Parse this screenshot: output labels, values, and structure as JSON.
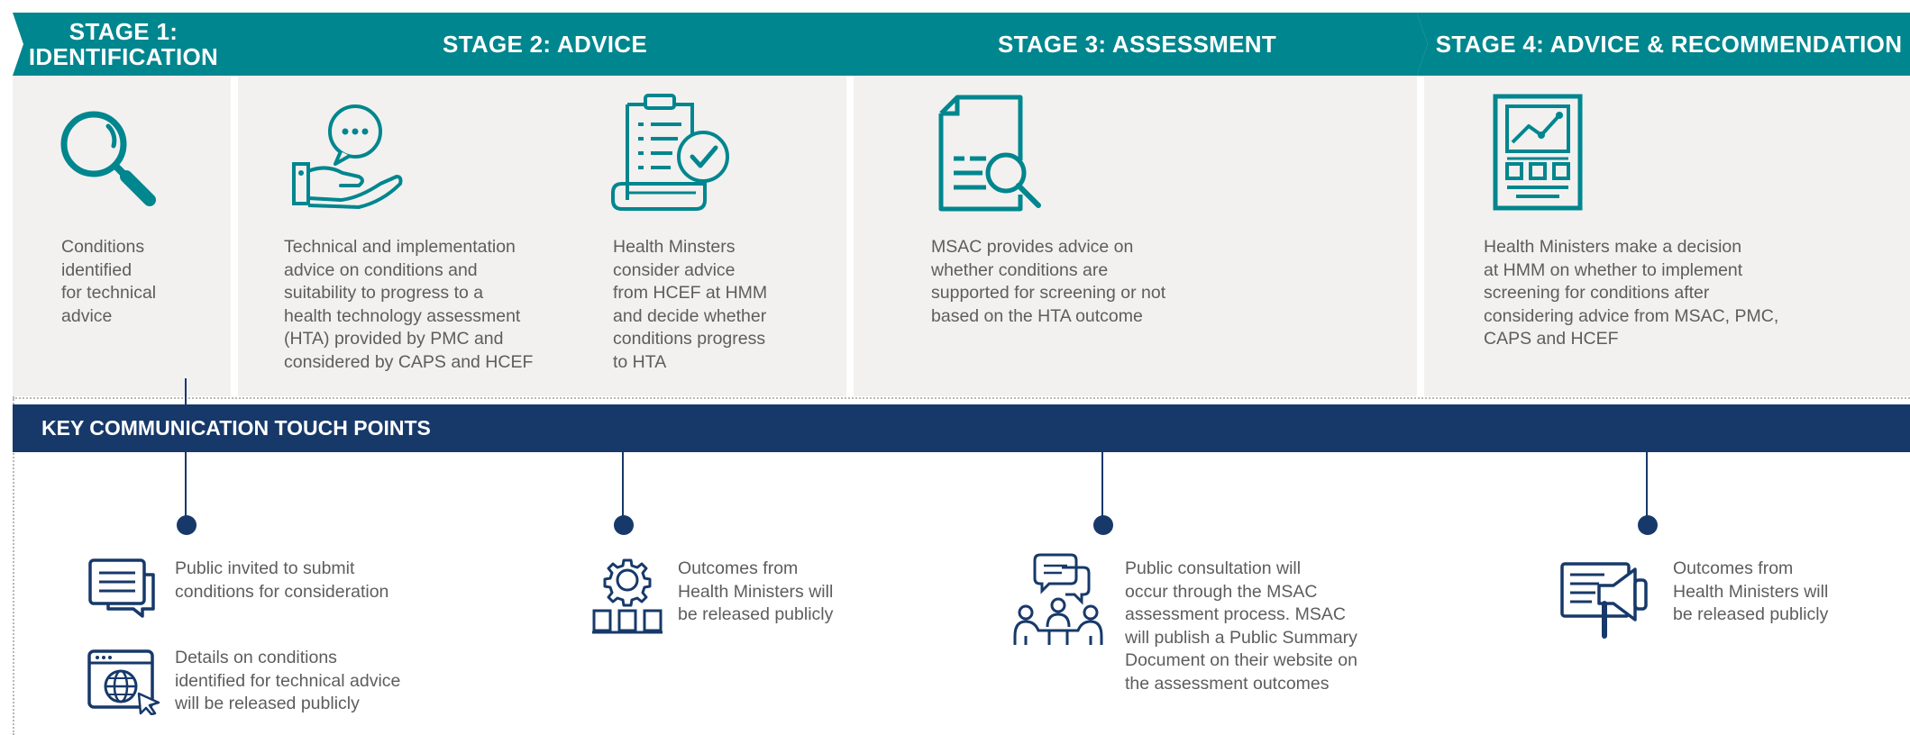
{
  "colors": {
    "teal": "#00868e",
    "navy": "#17396a",
    "panel": "#f2f1f0",
    "text": "#5d5d5d"
  },
  "stages": [
    {
      "title_line1": "STAGE 1:",
      "title_line2": "IDENTIFICATION",
      "icon": "magnifier-icon",
      "descriptions": [
        {
          "lines": [
            "Conditions",
            "identified",
            "for technical",
            "advice"
          ]
        }
      ]
    },
    {
      "title": "STAGE 2: ADVICE",
      "descriptions": [
        {
          "icon": "hand-speech-bubble-icon",
          "lines": [
            "Technical and implementation",
            "advice on conditions and",
            "suitability to progress to a",
            "health technology assessment",
            "(HTA) provided by PMC and",
            "considered by CAPS and HCEF"
          ]
        },
        {
          "icon": "clipboard-checklist-icon",
          "lines": [
            "Health Minsters",
            "consider advice",
            "from HCEF at HMM",
            "and decide whether",
            "conditions progress",
            "to HTA"
          ]
        }
      ]
    },
    {
      "title": "STAGE 3: ASSESSMENT",
      "icon": "document-search-icon",
      "descriptions": [
        {
          "lines": [
            "MSAC provides advice on",
            "whether conditions are",
            "supported for screening or not",
            "based on the HTA outcome"
          ]
        }
      ]
    },
    {
      "title": "STAGE 4: ADVICE & RECOMMENDATION",
      "icon": "report-chart-icon",
      "descriptions": [
        {
          "lines": [
            "Health Ministers make a decision",
            "at HMM on whether to implement",
            "screening for conditions after",
            "considering advice from MSAC, PMC,",
            "CAPS and HCEF"
          ]
        }
      ]
    }
  ],
  "touch_points": {
    "title": "KEY COMMUNICATION TOUCH POINTS",
    "items": [
      {
        "icon": "chat-document-icon",
        "lines": [
          "Public invited to submit",
          "conditions for consideration"
        ]
      },
      {
        "icon": "browser-globe-icon",
        "lines": [
          "Details on conditions",
          "identified for technical advice",
          "will be released publicly"
        ]
      },
      {
        "icon": "gear-buildings-icon",
        "lines": [
          "Outcomes from",
          "Health Ministers will",
          "be released publicly"
        ]
      },
      {
        "icon": "meeting-consultation-icon",
        "lines": [
          "Public consultation will",
          "occur through the MSAC",
          "assessment process. MSAC",
          "will publish a Public Summary",
          "Document on their website on",
          "the assessment outcomes"
        ]
      },
      {
        "icon": "megaphone-report-icon",
        "lines": [
          "Outcomes from",
          "Health Ministers will",
          "be released publicly"
        ]
      }
    ]
  }
}
